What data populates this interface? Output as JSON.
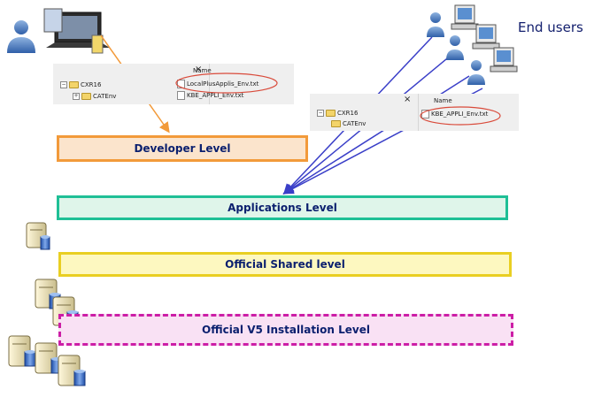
{
  "end_users_label": "End users",
  "levels": {
    "developer": "Developer Level",
    "applications": "Applications Level",
    "official_shared": "Official Shared level",
    "official_v5": "Official V5 Installation Level"
  },
  "explorer_left": {
    "close_glyph": "×",
    "name_header": "Name",
    "root": "CXR16",
    "child": "CATEnv",
    "files": [
      "LocalPlusApplis_Env.txt",
      "KBE_APPLI_Env.txt"
    ]
  },
  "explorer_right": {
    "close_glyph": "×",
    "name_header": "Name",
    "root": "CXR16",
    "child": "CATEnv",
    "files": [
      "KBE_APPLI_Env.txt"
    ]
  },
  "colors": {
    "developer_border": "#f29a3a",
    "applications_border": "#1fbf96",
    "shared_border": "#e9cf22",
    "v5_border": "#cc1ea6",
    "developer_arrow": "#f29a3a",
    "user_arrows": "#3a3fc8",
    "highlight_ellipse": "#d94a3a"
  },
  "icons": [
    "user-icon",
    "laptop-icon",
    "workstation-icon",
    "server-icon"
  ]
}
